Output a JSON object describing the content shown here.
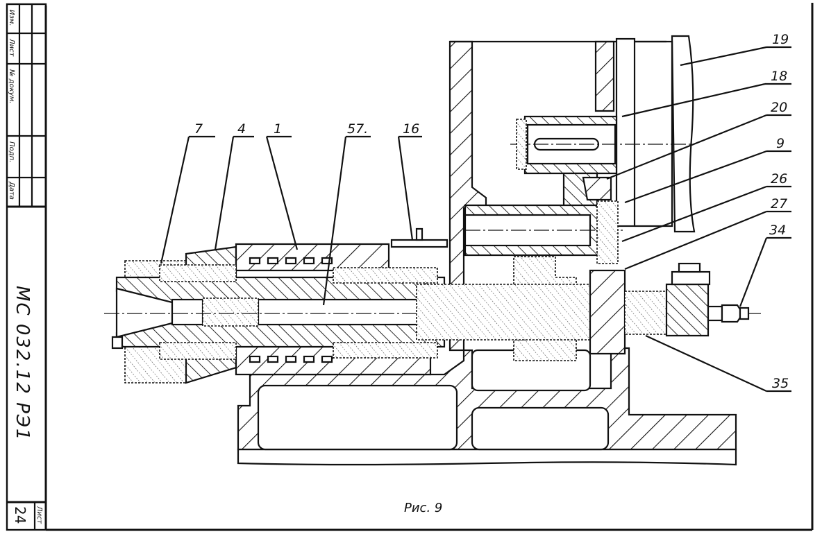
{
  "document": {
    "type": "technical-drawing",
    "figure_caption": "Рис. 9",
    "drawing_code": "МС 032.12  РЭ1",
    "page_number": "24"
  },
  "side_stamp": {
    "cells": [
      "Изм.",
      "Лист",
      "№ докум.",
      "Подп.",
      "Дата"
    ],
    "corner_label": "Лист"
  },
  "callouts_top": [
    {
      "id": "c7",
      "label": "7"
    },
    {
      "id": "c4",
      "label": "4"
    },
    {
      "id": "c1",
      "label": "1"
    },
    {
      "id": "c57",
      "label": "57."
    },
    {
      "id": "c16",
      "label": "16"
    }
  ],
  "callouts_right": [
    {
      "id": "c19",
      "label": "19"
    },
    {
      "id": "c18",
      "label": "18"
    },
    {
      "id": "c20",
      "label": "20"
    },
    {
      "id": "c9",
      "label": "9"
    },
    {
      "id": "c26",
      "label": "26"
    },
    {
      "id": "c27",
      "label": "27"
    },
    {
      "id": "c34",
      "label": "34"
    },
    {
      "id": "c35",
      "label": "35"
    }
  ]
}
